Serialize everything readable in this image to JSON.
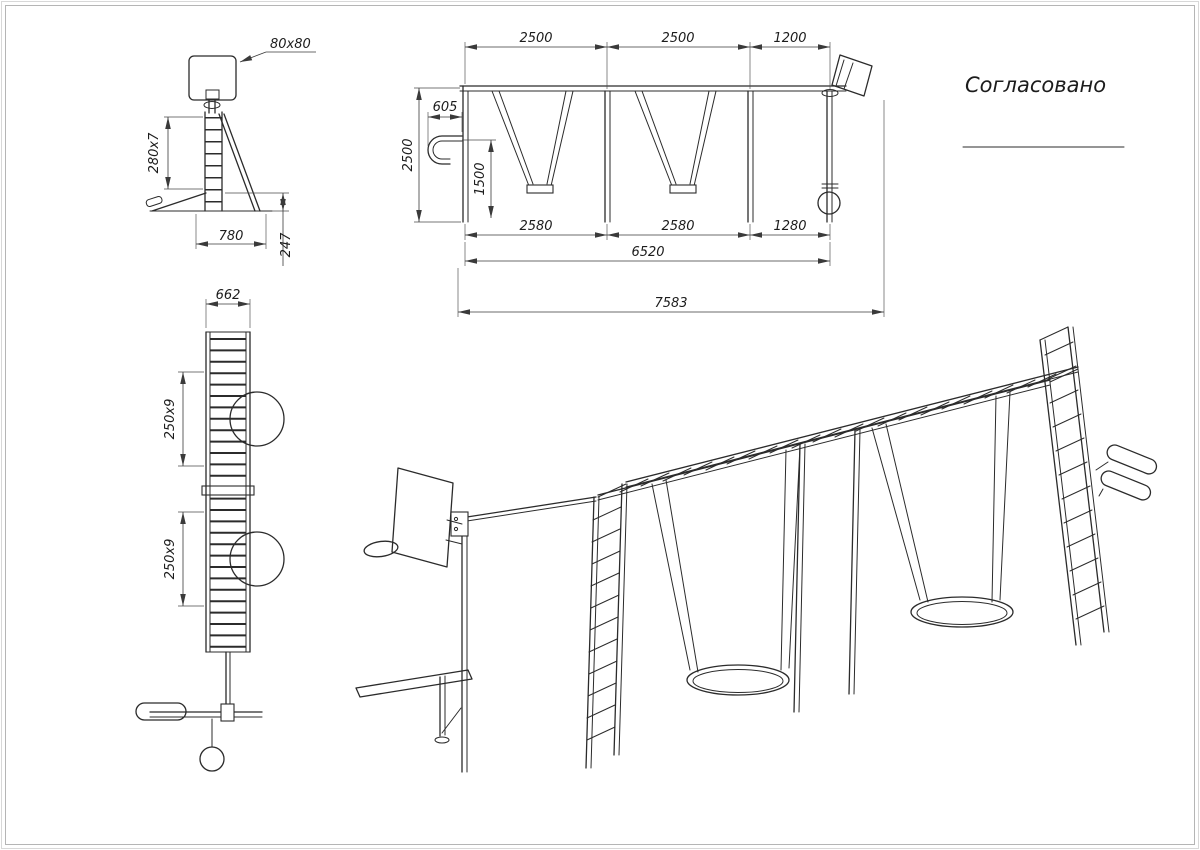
{
  "colors": {
    "background": "#ffffff",
    "line": "#2b2b2b",
    "dimension": "#3a3a3a",
    "frame": "#b5b5b5"
  },
  "approval": {
    "label": "Согласовано"
  },
  "side_view": {
    "dim_post_section": "80x80",
    "dim_rung": "280x7",
    "dim_base_width": "780",
    "dim_step_height": "247"
  },
  "plan_view": {
    "dim_width": "662",
    "dim_section_top": "250x9",
    "dim_section_bottom": "250x9"
  },
  "front_view": {
    "dim_span_1": "2500",
    "dim_span_2": "2500",
    "dim_span_3": "1200",
    "dim_height": "2500",
    "dim_hook": "605",
    "dim_seat_height": "1500",
    "dim_base_1": "2580",
    "dim_base_2": "2580",
    "dim_base_3": "1280",
    "dim_inner_length": "6520",
    "dim_total_length": "7583"
  }
}
